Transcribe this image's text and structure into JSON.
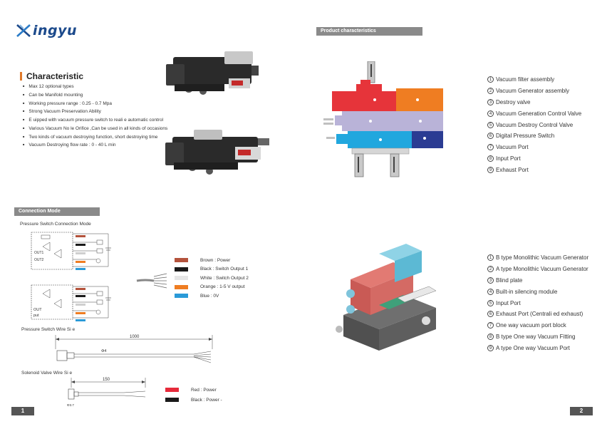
{
  "brand": {
    "name": "ingyu"
  },
  "characteristic": {
    "title": "Characteristic",
    "bullets": [
      "Max 12 optional types",
      "Can be Manifold mounting",
      "Working pressure range : 0.25 - 0.7 Mpa",
      "Strong Vacuum Preservation Ability",
      "E  uipped with vacuum pressure switch to reali  e automatic control",
      "Various Vacuum No   le Orifice ,Can be used in all kinds of occasions",
      "Two kinds of vacuum destroying function, short destroying time",
      "Vacuum Destroying flow rate : 0 - 40 L min"
    ]
  },
  "product": {
    "header": "Product  characteristics",
    "components": [
      {
        "num": "1",
        "label": "Vacuum filter assembly"
      },
      {
        "num": "2",
        "label": "Vacuum Generator assembly"
      },
      {
        "num": "3",
        "label": "Destroy valve"
      },
      {
        "num": "4",
        "label": "Vacuum Generation Control Valve"
      },
      {
        "num": "5",
        "label": "Vacuum Destroy Control Valve"
      },
      {
        "num": "6",
        "label": "Digital Pressure Switch"
      },
      {
        "num": "7",
        "label": "Vacuum Port"
      },
      {
        "num": "8",
        "label": "Input Port"
      },
      {
        "num": "9",
        "label": "Exhaust Port"
      }
    ],
    "manifold_parts": [
      {
        "num": "1",
        "label": "B type Monolithic Vacuum Generator"
      },
      {
        "num": "2",
        "label": "A type Monolithic Vacuum Generator"
      },
      {
        "num": "3",
        "label": "Blind plate"
      },
      {
        "num": "4",
        "label": "Built-in silencing module"
      },
      {
        "num": "5",
        "label": "Input Port"
      },
      {
        "num": "6",
        "label": "Exhaust Port (Centrali  ed exhaust)"
      },
      {
        "num": "7",
        "label": "One way vacuum port block"
      },
      {
        "num": "8",
        "label": "B type One way Vacuum Fitting"
      },
      {
        "num": "9",
        "label": "A type One way Vacuum Port"
      }
    ]
  },
  "connection": {
    "header": "Connection  Mode",
    "switch_mode_title": "Pressure Switch Connection Mode",
    "wires": [
      {
        "label": "Brown : Power",
        "color": "#b4533c"
      },
      {
        "label": "Black : Switch Output 1",
        "color": "#1a1a1a"
      },
      {
        "label": "White : Switch Output 2",
        "color": "#e6e6e6"
      },
      {
        "label": "Orange : 1-5 V output",
        "color": "#ef7d22"
      },
      {
        "label": "Blue : 0V",
        "color": "#2a9ad8"
      }
    ],
    "wire_size_title": "Pressure Switch Wire Si  e",
    "wire_length": "1000",
    "wire_diameter": "Φ4",
    "solenoid_title": "Solenoid Valve Wire Si  e",
    "solenoid_length": "150",
    "solenoid_dim": "Φ3.7",
    "solenoid_wires": [
      {
        "label": "Red : Power",
        "color": "#e62a3a"
      },
      {
        "label": "Black : Power -",
        "color": "#1a1a1a"
      }
    ],
    "diagram_labels": {
      "out1": "OUT1",
      "out2": "OUT2",
      "out": "OUT",
      "put": "put"
    }
  },
  "pages": {
    "left": "1",
    "right": "2"
  },
  "colors": {
    "accent": "#e07a2a",
    "bar": "#8a8a8a",
    "red_block": "#e6343a",
    "orange_block": "#ef7d22",
    "lilac_block": "#b9b3d8",
    "cyan_block": "#21a7de",
    "navy_block": "#2b3c93"
  }
}
